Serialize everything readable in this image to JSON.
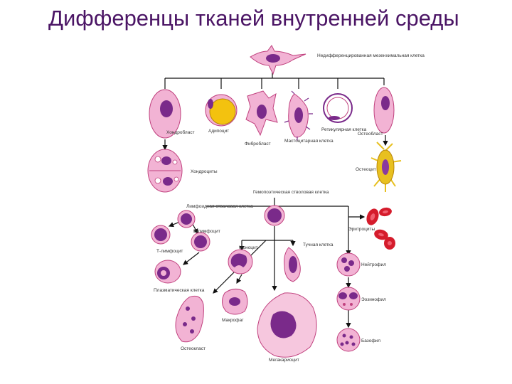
{
  "title": "Дифференцы тканей внутренней среды",
  "colors": {
    "title": "#4b1565",
    "cytoplasm": "#f2b3d4",
    "cytoplasm_edge": "#c0417e",
    "nucleus": "#7a2a8a",
    "fat": "#f3c20f",
    "erythrocyte": "#d51c2c",
    "osteocyte_body": "#e8c020",
    "osteocyte_nucleus": "#8a3aa0"
  },
  "labels": {
    "stem_mesenchymal": "Недифференцированная мезенхимальная клетка",
    "chondroblast": "Хондробласт",
    "adipocyte": "Адипоцит",
    "fibroblast": "Фибробласт",
    "mast_cell": "Мастоцитарная клетка",
    "reticular": "Ретикулярная клетка",
    "osteoblast": "Остеобласт",
    "chondrocytes": "Хондроциты",
    "osteocyte": "Остеоцит",
    "stem_hemo": "Гемопоэтическая стволовая клетка",
    "lymphoid": "Лимфоидная стволовая клетка",
    "erythrocytes": "Эритроциты",
    "t_lymph": "Т-лимфоцит",
    "b_lymph": "В-лимфоцит",
    "plasma": "Плазматическая клетка",
    "monocyte": "Моноцит",
    "macrophage": "Макрофаг",
    "mast_tissue": "Тучная клетка",
    "neutrophil": "Нейтрофил",
    "eosinophil": "Эозинофил",
    "basophil": "Базофил",
    "osteoclast": "Остеокласт",
    "megakaryocyte": "Мегакариоцит"
  }
}
